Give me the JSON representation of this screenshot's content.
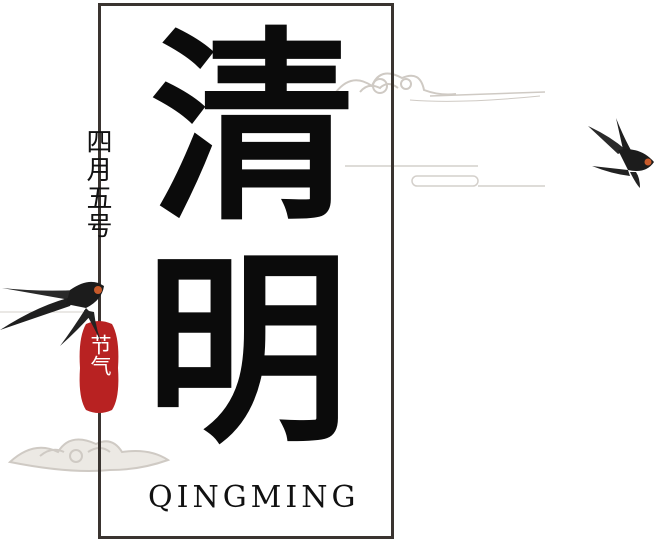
{
  "title": {
    "char_top": "清",
    "char_bottom": "明"
  },
  "date_label": "四月五号",
  "seal_label": "节气",
  "pinyin": "QINGMING",
  "decorations": {
    "swallow_left": "swallow-icon",
    "swallow_right": "swallow-icon",
    "cloud_upper": "cloud-icon",
    "cloud_lower": "cloud-icon"
  },
  "colors": {
    "ink": "#0b0b0b",
    "frame": "#3a3430",
    "seal": "#b82222",
    "swallow_throat": "#c85a2a",
    "cloud": "#d7d4cf"
  }
}
